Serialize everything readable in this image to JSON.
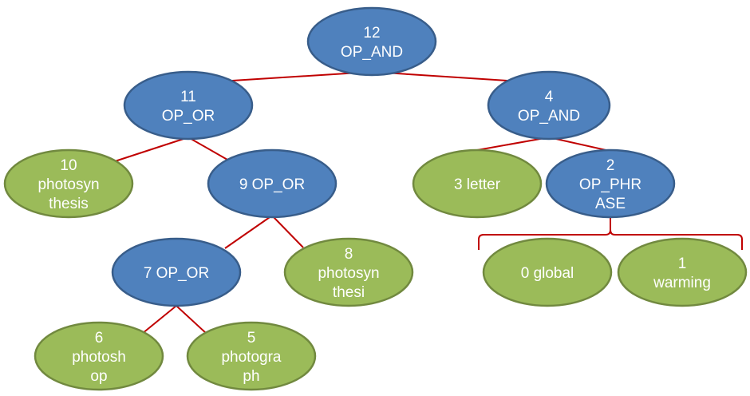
{
  "colors": {
    "operator_fill": "#4f81bd",
    "operator_stroke": "#385d8a",
    "term_fill": "#9bbb59",
    "term_stroke": "#71893f",
    "edge": "#c00000",
    "text": "#ffffff"
  },
  "nodes": [
    {
      "id": "12",
      "kind": "operator",
      "lines": [
        "12",
        "OP_AND"
      ]
    },
    {
      "id": "11",
      "kind": "operator",
      "lines": [
        "11",
        "OP_OR"
      ]
    },
    {
      "id": "4",
      "kind": "operator",
      "lines": [
        "4",
        "OP_AND"
      ]
    },
    {
      "id": "10",
      "kind": "term",
      "lines": [
        "10",
        "photosyn",
        "thesis"
      ]
    },
    {
      "id": "9",
      "kind": "operator",
      "lines": [
        "9 OP_OR"
      ]
    },
    {
      "id": "3",
      "kind": "term",
      "lines": [
        "3 letter"
      ]
    },
    {
      "id": "2",
      "kind": "operator",
      "lines": [
        "2",
        "OP_PHR",
        "ASE"
      ]
    },
    {
      "id": "7",
      "kind": "operator",
      "lines": [
        "7 OP_OR"
      ]
    },
    {
      "id": "8",
      "kind": "term",
      "lines": [
        "8",
        "photosyn",
        "thesi"
      ]
    },
    {
      "id": "0",
      "kind": "term",
      "lines": [
        "0 global"
      ]
    },
    {
      "id": "1",
      "kind": "term",
      "lines": [
        "1",
        "warming"
      ]
    },
    {
      "id": "6",
      "kind": "term",
      "lines": [
        "6",
        "photosh",
        "op"
      ]
    },
    {
      "id": "5",
      "kind": "term",
      "lines": [
        "5",
        "photogra",
        "ph"
      ]
    }
  ],
  "edges": [
    {
      "from": "12",
      "to": "11"
    },
    {
      "from": "12",
      "to": "4"
    },
    {
      "from": "11",
      "to": "10"
    },
    {
      "from": "11",
      "to": "9"
    },
    {
      "from": "9",
      "to": "7"
    },
    {
      "from": "9",
      "to": "8"
    },
    {
      "from": "7",
      "to": "6"
    },
    {
      "from": "7",
      "to": "5"
    },
    {
      "from": "4",
      "to": "3"
    },
    {
      "from": "4",
      "to": "2"
    }
  ],
  "brackets": [
    {
      "from": "2",
      "to": [
        "0",
        "1"
      ]
    }
  ]
}
